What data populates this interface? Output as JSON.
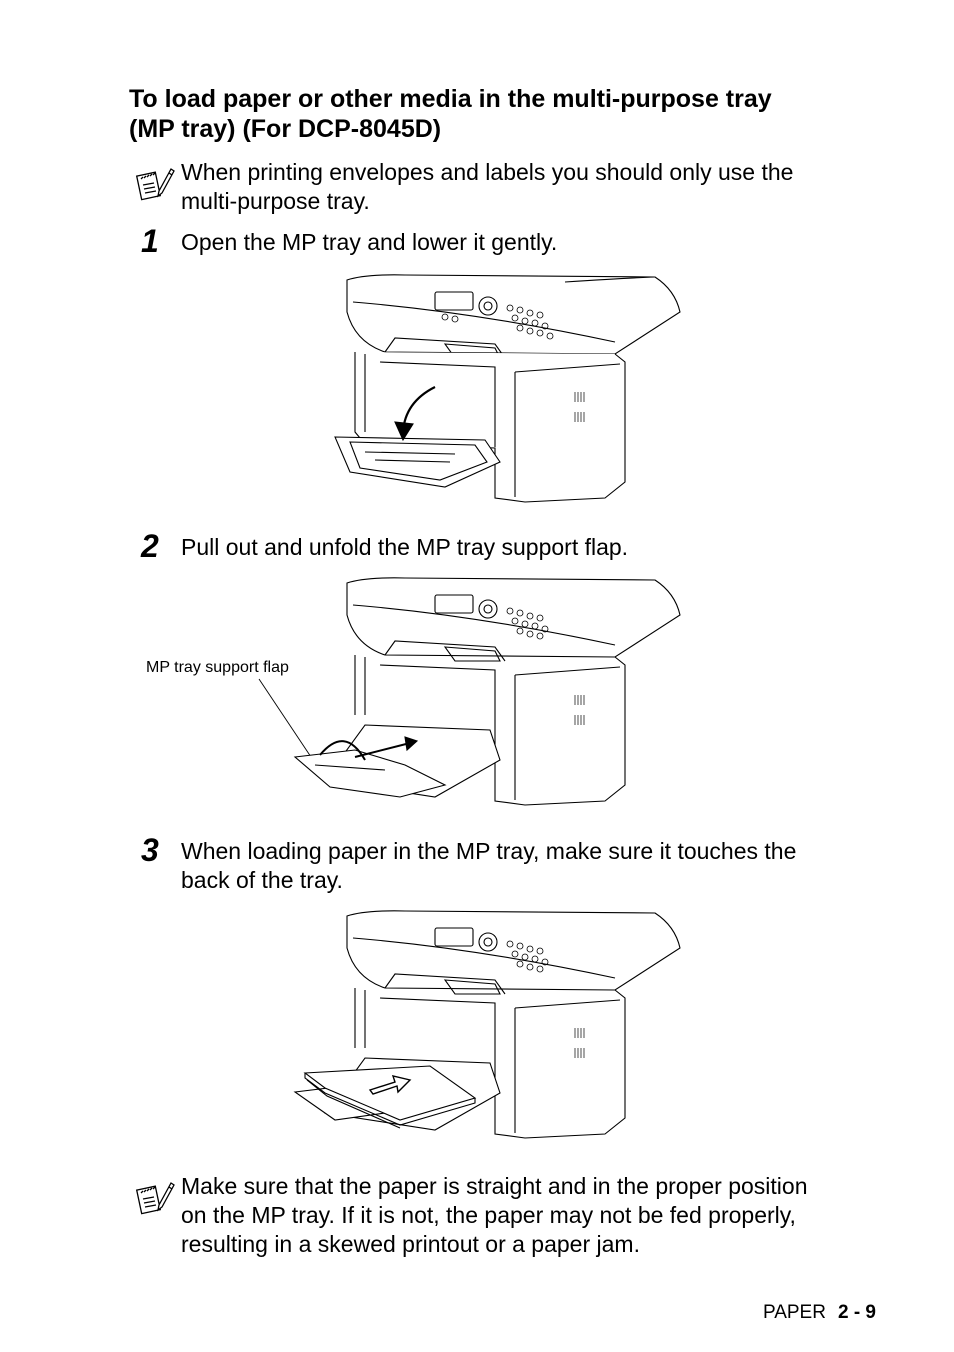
{
  "heading": {
    "line1": "To load paper or other media in the multi-purpose tray",
    "line2": "(MP tray) (For DCP-8045D)"
  },
  "note1": {
    "icon": "note-pad-pencil-icon",
    "line1": "When printing envelopes and labels you should only use the",
    "line2": "multi-purpose tray."
  },
  "steps": [
    {
      "number": "1",
      "line1": "Open the MP tray and lower it gently.",
      "line2": ""
    },
    {
      "number": "2",
      "line1": "Pull out and unfold the MP tray support flap.",
      "line2": ""
    },
    {
      "number": "3",
      "line1": "When loading paper in the MP tray, make sure it touches the",
      "line2": "back of the tray."
    }
  ],
  "figure2": {
    "callout": "MP tray support flap"
  },
  "note2": {
    "icon": "note-pad-pencil-icon",
    "line1": "Make sure that the paper is straight and in the proper position",
    "line2": "on the MP tray. If it is not, the paper may not be fed properly,",
    "line3": "resulting in a skewed printout or a paper jam."
  },
  "footer": {
    "section": "PAPER",
    "page": "2 - 9"
  }
}
